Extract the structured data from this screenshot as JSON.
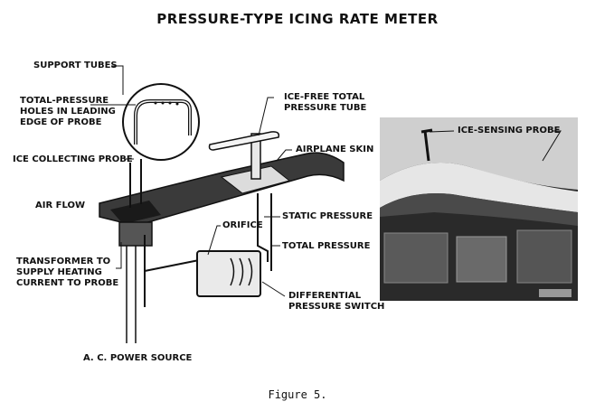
{
  "title": "PRESSURE-TYPE ICING RATE METER",
  "labels": {
    "support_tubes": "SUPPORT TUBES",
    "total_pressure_holes": "TOTAL-PRESSURE\nHOLES IN LEADING\nEDGE OF PROBE",
    "ice_collecting_probe": "ICE COLLECTING PROBE",
    "air_flow": "AIR FLOW",
    "transformer": "TRANSFORMER TO\nSUPPLY HEATING\nCURRENT TO PROBE",
    "ice_free_tube": "ICE-FREE TOTAL\nPRESSURE TUBE",
    "airplane_skin": "AIRPLANE SKIN",
    "static_pressure": "STATIC PRESSURE",
    "total_pressure": "TOTAL PRESSURE",
    "orifice": "ORIFICE",
    "differential_switch": "DIFFERENTIAL\nPRESSURE SWITCH",
    "ac_power": "A. C. POWER SOURCE",
    "ice_sensing_probe": "ICE-SENSING PROBE"
  },
  "caption": "Figure 5."
}
